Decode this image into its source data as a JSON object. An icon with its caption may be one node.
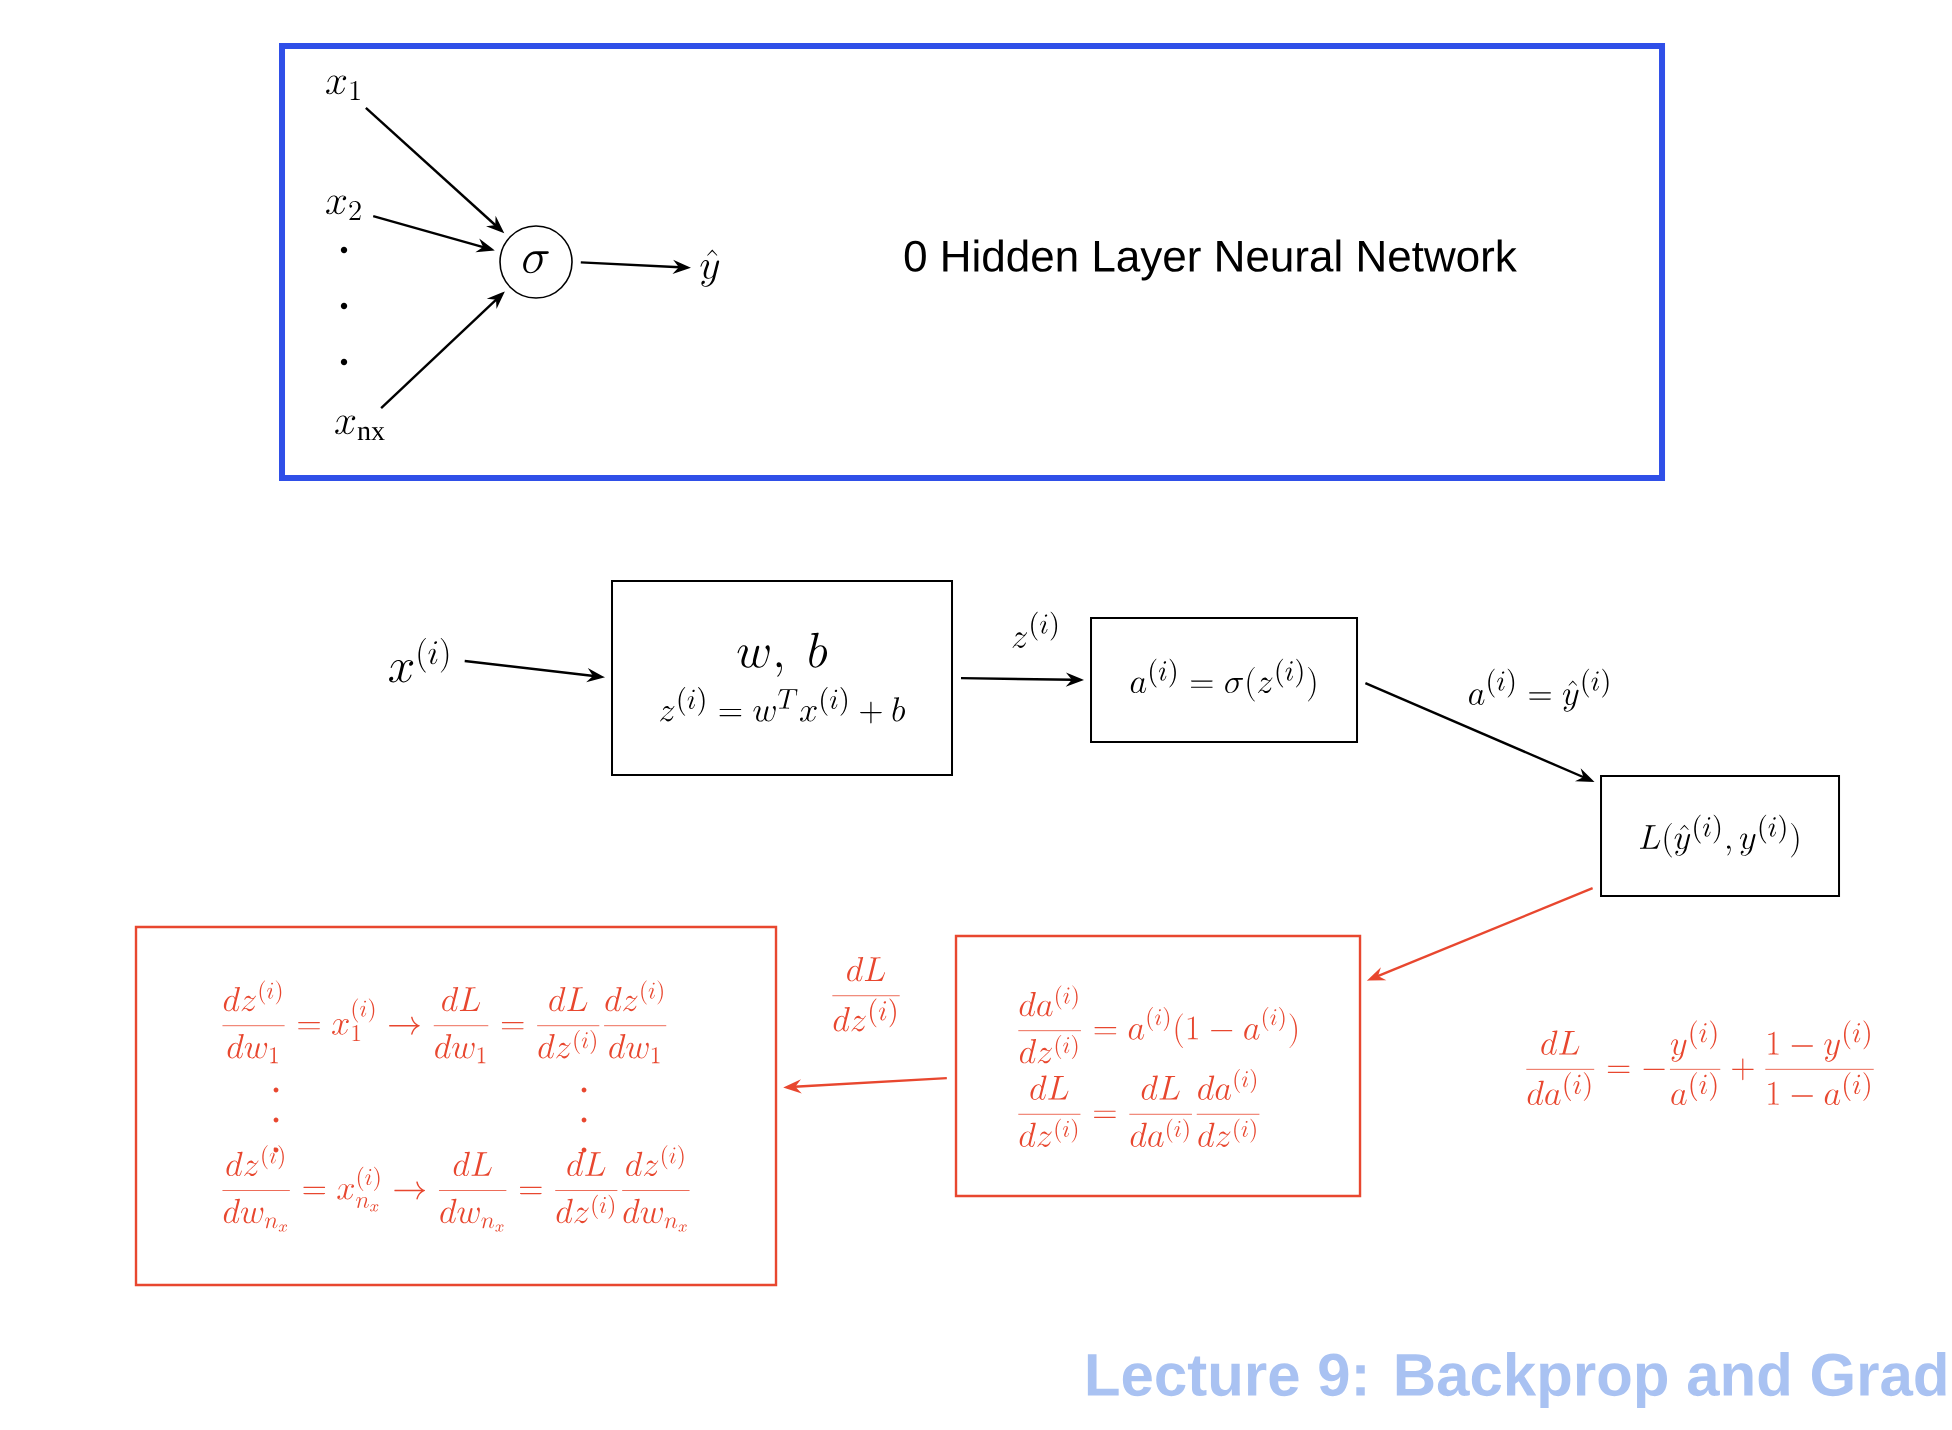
{
  "diagram": {
    "nodes": [
      {
        "text": [
          "0 Hidden Layer Neural Network"
        ]
      },
      {
        "text": [
          "x_1"
        ],
        "in": 0
      },
      {
        "text": [
          "x_2"
        ],
        "in": 0
      },
      {
        "text": [
          "x_{\\mathrm{nx}}"
        ],
        "in": 0
      },
      {
        "text": [
          "\\sigma"
        ],
        "in": 0
      },
      {
        "text": [
          "\\hat{y}"
        ],
        "in": 0
      },
      {
        "text": [
          "x^{(i)}"
        ]
      },
      {
        "text": [
          "w,\\ b",
          "z^{(i)} = w^T x^{(i)} + b"
        ]
      },
      {
        "text": [
          "a^{(i)} = \\sigma(z^{(i)})"
        ]
      },
      {
        "text": [
          "L(\\hat{y}^{(i)}, y^{(i)})"
        ]
      },
      {
        "text": [
          "\\frac{da^{(i)}}{dz^{(i)}} = a^{(i)}(1-a^{(i)})",
          "\\frac{dL}{dz^{(i)}} = \\frac{dL}{da^{(i)}}\\frac{da^{(i)}}{dz^{(i)}}"
        ]
      },
      {
        "text": [
          "\\frac{dz^{(i)}}{dw_1} = x_1^{(i)} \\rightarrow \\frac{dL}{dw_1} = \\frac{dL}{dz^{(i)}}\\frac{dz^{(i)}}{dw_1}",
          "\\frac{dz^{(i)}}{dw_{n_x}} = x_{n_x}^{(i)} \\rightarrow \\frac{dL}{dw_{n_x}} = \\frac{dL}{dz^{(i)}}\\frac{dz^{(i)}}{dw_{n_x}}"
        ]
      }
    ],
    "edges": [
      {
        "from": 1,
        "to": 4,
        "arrow": "to"
      },
      {
        "from": 2,
        "to": 4,
        "arrow": "to"
      },
      {
        "from": 3,
        "to": 4,
        "arrow": "to"
      },
      {
        "from": 4,
        "to": 5,
        "arrow": "to"
      },
      {
        "from": 6,
        "to": 7,
        "arrow": "to"
      },
      {
        "from": 7,
        "to": 8,
        "arrow": "to",
        "label": "z^{(i)}"
      },
      {
        "from": 8,
        "to": 9,
        "arrow": "to",
        "label": "a^{(i)} = \\hat{y}^{(i)}"
      },
      {
        "from": 9,
        "to": 10,
        "arrow": "to",
        "color": "#e8472f",
        "label": "\\frac{dL}{da^{(i)}} = -\\frac{y^{(i)}}{a^{(i)}} + \\frac{1-y^{(i)}}{1-a^{(i)}}"
      },
      {
        "from": 10,
        "to": 11,
        "arrow": "to",
        "color": "#e8472f",
        "label": "\\frac{dL}{dz^{(i)}}"
      }
    ],
    "labels": [
      "Lecture 9: Backprop and Grad"
    ]
  }
}
